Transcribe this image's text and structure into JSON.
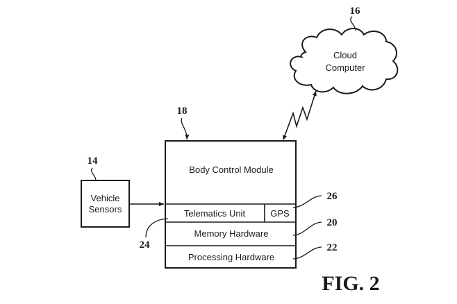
{
  "figure": {
    "caption": "FIG. 2"
  },
  "cloud": {
    "ref": "16",
    "label_line1": "Cloud",
    "label_line2": "Computer"
  },
  "vehicle_sensors": {
    "ref": "14",
    "label_line1": "Vehicle",
    "label_line2": "Sensors"
  },
  "body_control_module": {
    "ref": "18",
    "label": "Body Control Module",
    "telematics": {
      "ref": "24",
      "label": "Telematics Unit"
    },
    "gps": {
      "ref": "26",
      "label": "GPS"
    },
    "memory": {
      "ref": "20",
      "label": "Memory Hardware"
    },
    "processing": {
      "ref": "22",
      "label": "Processing Hardware"
    }
  },
  "connections": [
    {
      "from": "vehicle_sensors",
      "to": "telematics_unit",
      "type": "arrow"
    },
    {
      "from": "body_control_module",
      "to": "cloud_computer",
      "type": "wireless-bidirectional"
    }
  ]
}
